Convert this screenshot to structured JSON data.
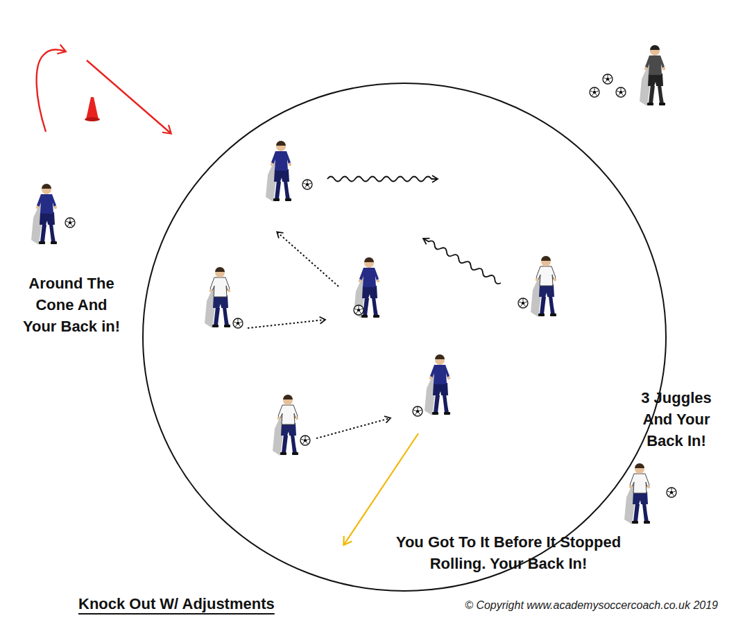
{
  "diagram": {
    "title": "Knock Out W/ Adjustments",
    "labels": [
      "Around The Cone And Your Back in!",
      "3 Juggles And Your Back In!",
      "You Got To It Before It Stopped Rolling. Your Back In!",
      "© Copyright www.academysoccercoach.co.uk 2019"
    ]
  }
}
